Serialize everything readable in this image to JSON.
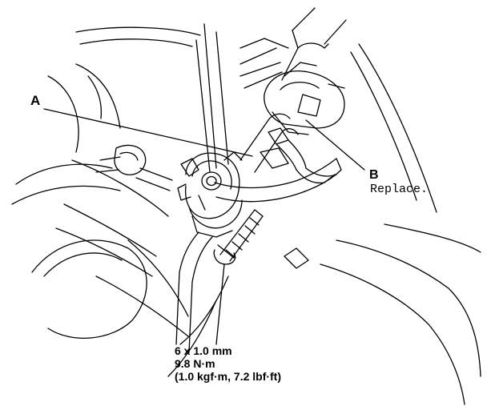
{
  "labels": {
    "a": "A",
    "b": "B",
    "b_note": "Replace."
  },
  "spec": {
    "size": "6 x 1.0 mm",
    "torque": "9.8 N·m",
    "alt_torque": "(1.0 kgf·m, 7.2 lbf·ft)"
  },
  "colors": {
    "line": "#000000",
    "background": "#ffffff"
  }
}
